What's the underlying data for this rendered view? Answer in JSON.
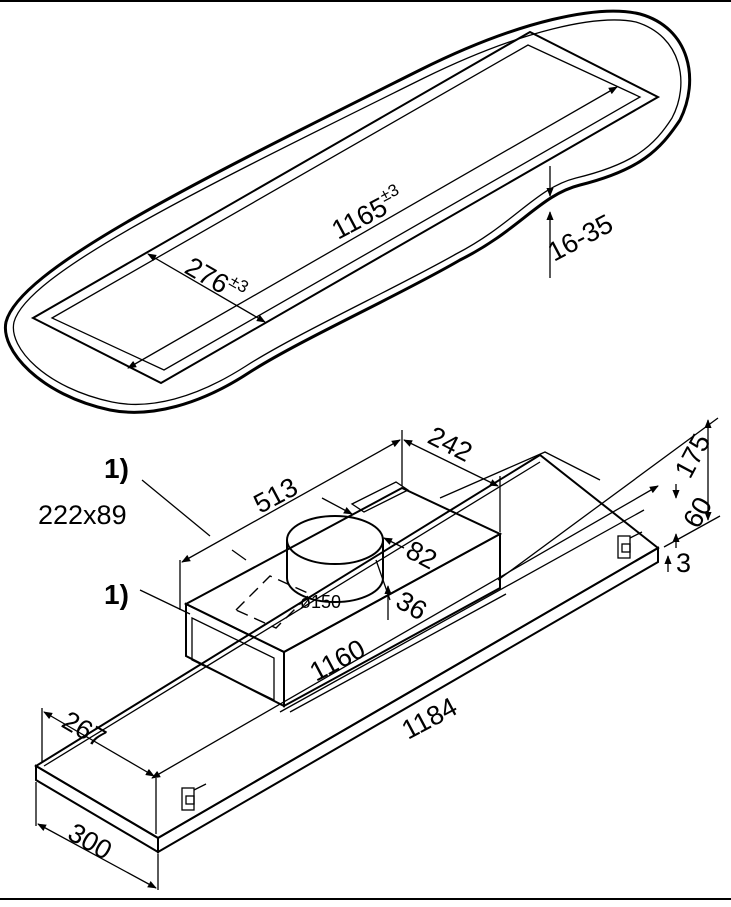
{
  "cutout": {
    "length": "1165",
    "length_tol": "±3",
    "width": "276",
    "width_tol": "±3",
    "thickness": "16-35"
  },
  "unit": {
    "dim_513": "513",
    "dim_242": "242",
    "dim_175": "175",
    "dim_60": "60",
    "dim_3": "3",
    "dim_82": "82",
    "dim_36": "36",
    "dim_1160": "1160",
    "dim_1184": "1184",
    "dim_267": "267",
    "dim_300": "300",
    "diameter": "ø150",
    "callout_1": "1)",
    "callout_size": "222x89",
    "callout_2": "1)"
  }
}
